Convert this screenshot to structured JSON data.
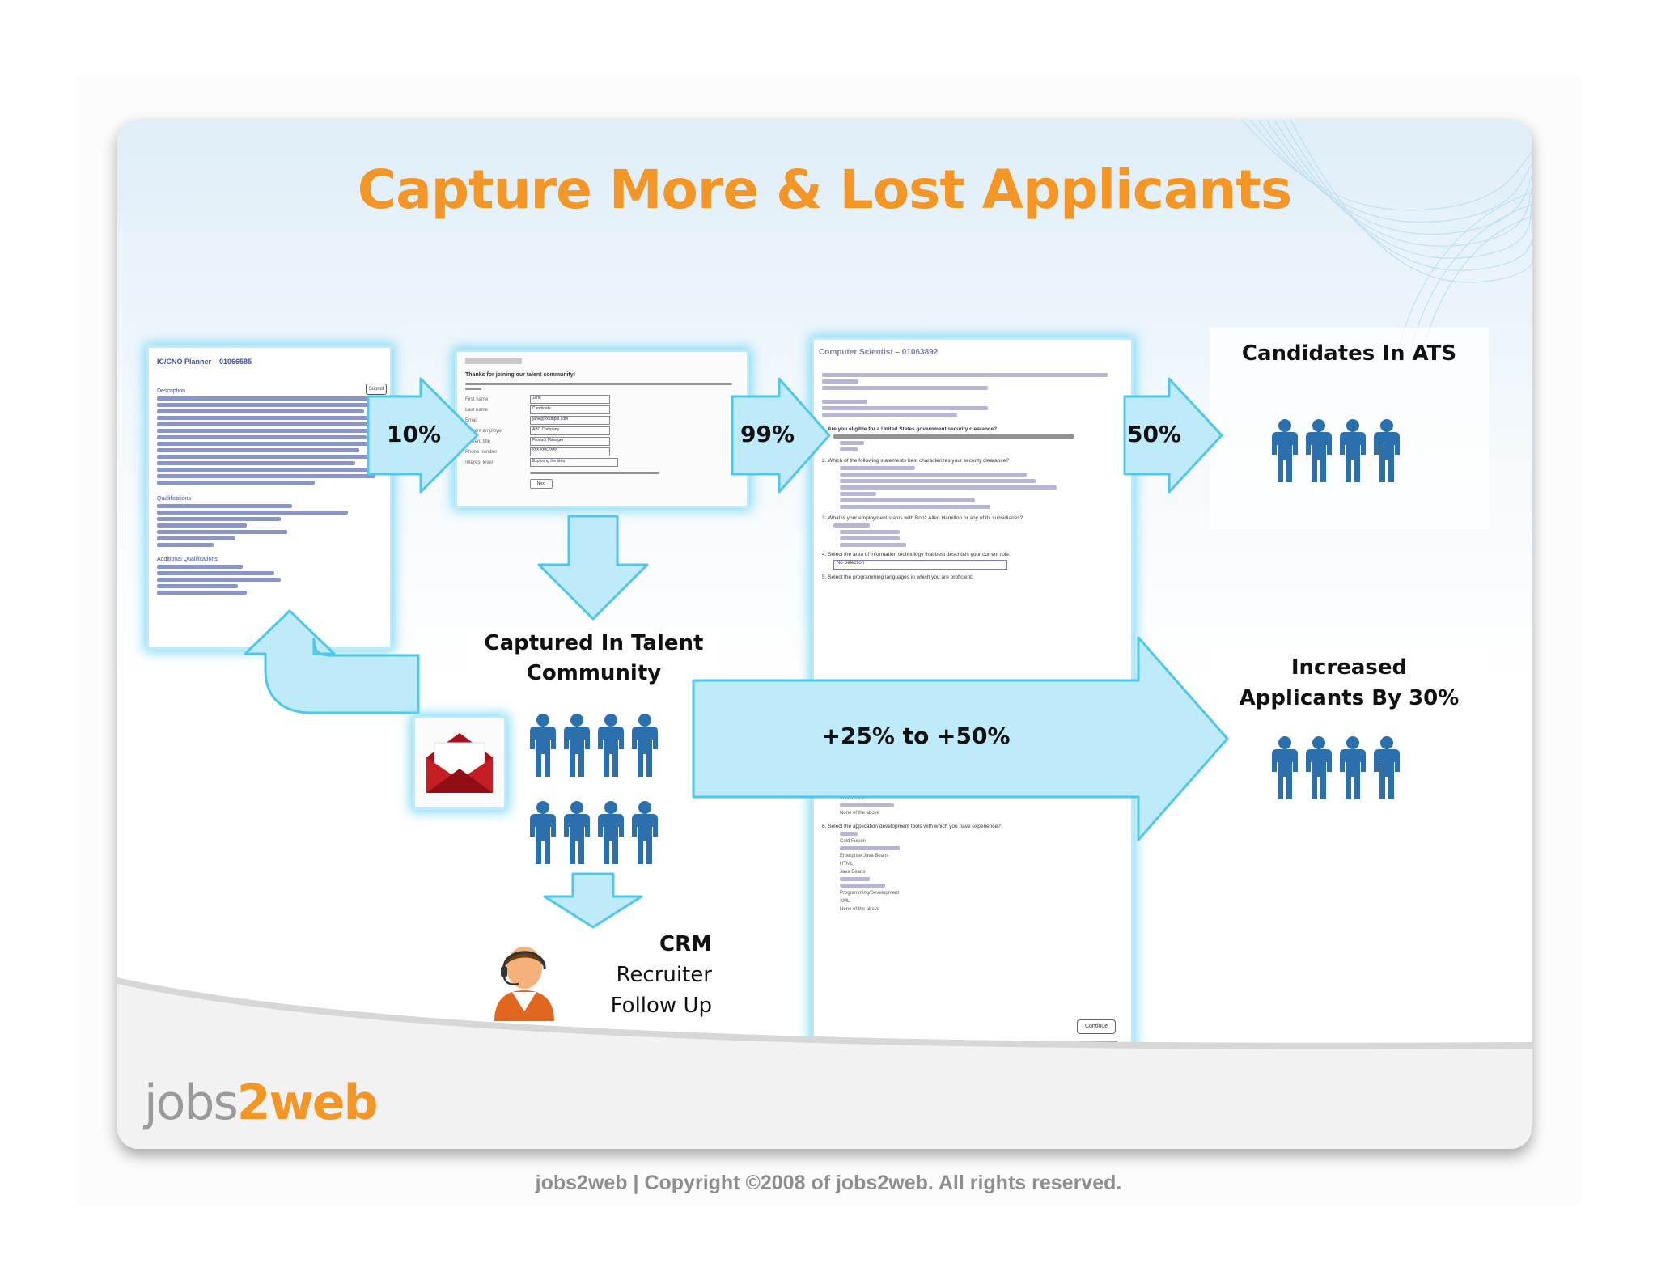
{
  "title": "Capture More & Lost Applicants",
  "colors": {
    "title": "#f39626",
    "arrow_fill": "#bfeaf9",
    "arrow_stroke": "#4fc6ec",
    "people": "#2b6fad"
  },
  "steps": {
    "job_description": {
      "heading": "IC/CNO Planner – 01066585",
      "sections": [
        "Description",
        "Qualifications",
        "Additional Qualifications"
      ],
      "apply_button": "Submit"
    },
    "talent_form": {
      "heading": "Thanks for joining our talent community!",
      "fields": [
        {
          "label": "First name",
          "value": "Jane"
        },
        {
          "label": "Last name",
          "value": "Candidate"
        },
        {
          "label": "Email",
          "value": "jane@example.com"
        },
        {
          "label": "Current employer",
          "value": "ABC Company"
        },
        {
          "label": "Current title",
          "value": "Product Manager"
        },
        {
          "label": "Phone number",
          "value": "555-555-5555"
        },
        {
          "label": "Interest level",
          "value": "Exploring the idea"
        }
      ],
      "next_button": "Next"
    },
    "application": {
      "heading": "Computer Scientist – 01063892",
      "questions": [
        "1. Are you eligible for a United States government security clearance?",
        "2. Which of the following statements best characterizes your security clearance?",
        "3. What is your employment status with Booz Allen Hamilton or any of its subsidiaries?",
        "4. Select the area of information technology that best describes your current role:",
        "5. Select the programming languages in which you are proficient:",
        "6. Select the application development tools with which you have experience?"
      ],
      "select_value": "No Selection",
      "options_tail": [
        "Visual Basic",
        "None of the above",
        "Cold Fusion",
        "Enterprise Java Beans",
        "HTML",
        "Java Beans",
        "Programming/Development",
        "XML",
        "None of the above"
      ],
      "continue_button": "Continue"
    }
  },
  "percentages": {
    "p1": "10%",
    "p2": "99%",
    "p3": "50%",
    "big": "+25% to +50%"
  },
  "boxes": {
    "ats": "Candidates In ATS",
    "talent_line1": "Captured In Talent",
    "talent_line2": "Community",
    "increased_line1": "Increased",
    "increased_line2": "Applicants By 30%",
    "crm_line1": "CRM",
    "crm_line2": "Recruiter",
    "crm_line3": "Follow Up"
  },
  "logo": {
    "part1": "jobs",
    "part2": "2web"
  },
  "copyright": "jobs2web | Copyright ©2008 of jobs2web. All rights reserved."
}
